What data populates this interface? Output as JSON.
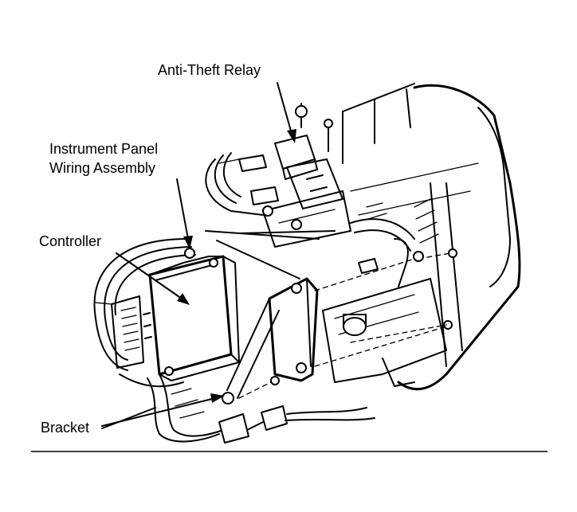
{
  "labels": {
    "anti_theft_relay": "Anti-Theft Relay",
    "instrument_panel_line1": "Instrument Panel",
    "instrument_panel_line2": "Wiring Assembly",
    "controller": "Controller",
    "bracket": "Bracket"
  },
  "colors": {
    "ink": "#000000",
    "background": "#ffffff"
  }
}
